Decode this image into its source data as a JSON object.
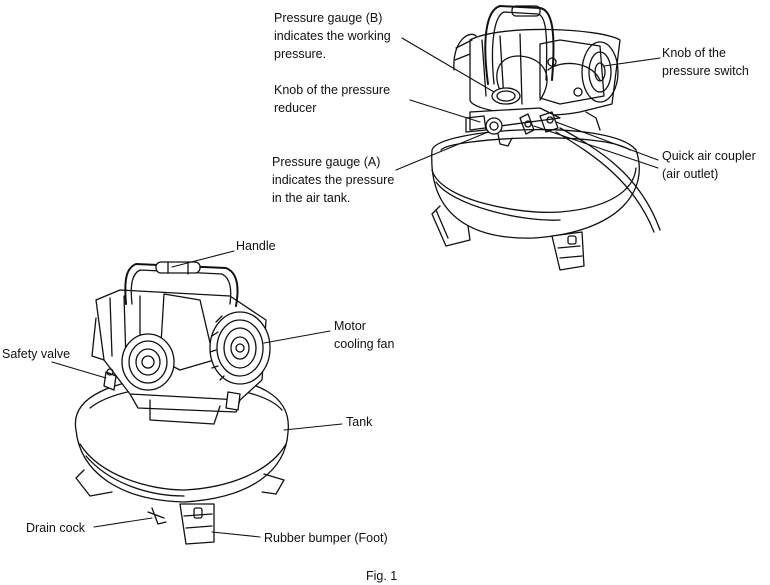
{
  "figure": {
    "caption": "Fig. 1",
    "top_view": {
      "labels": {
        "pressure_gauge_b": "Pressure gauge (B)\nindicates the working\npressure.",
        "knob_pressure_reducer": "Knob of the pressure\nreducer",
        "pressure_gauge_a": "Pressure gauge (A)\nindicates the pressure\nin the air tank.",
        "knob_pressure_switch": "Knob of the\npressure switch",
        "quick_air_coupler": "Quick air coupler\n(air outlet)"
      }
    },
    "front_view": {
      "labels": {
        "handle": "Handle",
        "safety_valve": "Safety valve",
        "motor_cooling_fan": "Motor\ncooling fan",
        "tank": "Tank",
        "drain_cock": "Drain cock",
        "rubber_bumper": "Rubber bumper (Foot)"
      }
    }
  },
  "colors": {
    "line": "#111111",
    "background": "#ffffff"
  }
}
